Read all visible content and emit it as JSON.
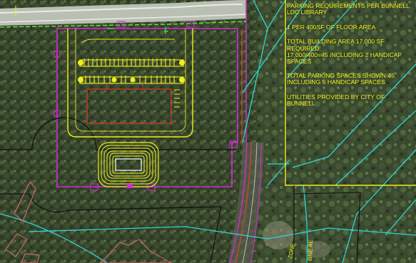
{
  "notes": {
    "block1": "PARKING REQUIREMENTS PER BUNNELL LDC LIBRARY",
    "block2": "1 PER 400SF OF FLOOR AREA",
    "block3_line1": "TOTAL BUILDING AREA 17,000 SF REQUIRED:",
    "block3_line2": "17,000/400=45 INCLUDING 2 HANDICAP SPACES",
    "block4": "TOTAL PARKING SPACES SHOWN 45 INCLUDING 5 HANDICAP SPACES",
    "block5": "UTILITIES PROVIDED BY CITY OF BUNNELL"
  },
  "labels": {
    "zone_left": "ZONE",
    "zone_right": "ONE AE"
  },
  "colors": {
    "notes_text": "#f2ee1c",
    "site_boundary": "#d62ad6",
    "paving": "#f2ee1c",
    "flood_zone": "#2fd6d6",
    "road": "#c9cfc4"
  }
}
